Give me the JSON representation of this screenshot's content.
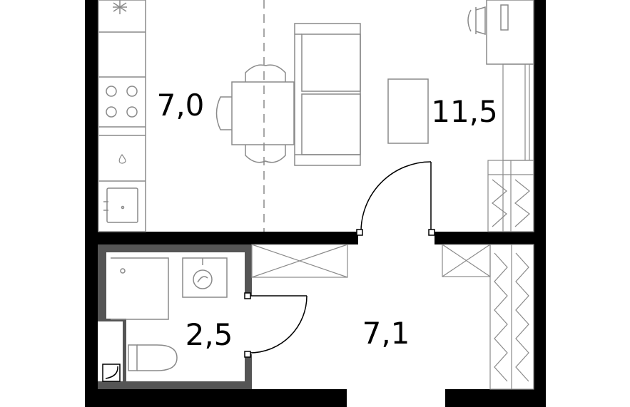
{
  "rooms": [
    {
      "id": "kitchen",
      "area": "7,0"
    },
    {
      "id": "living",
      "area": "11,5"
    },
    {
      "id": "bathroom",
      "area": "2,5"
    },
    {
      "id": "hall",
      "area": "7,1"
    }
  ],
  "colors": {
    "wall": "#000000",
    "bath_wall": "#555555",
    "furniture": "#8a8a8a",
    "background": "#ffffff"
  }
}
